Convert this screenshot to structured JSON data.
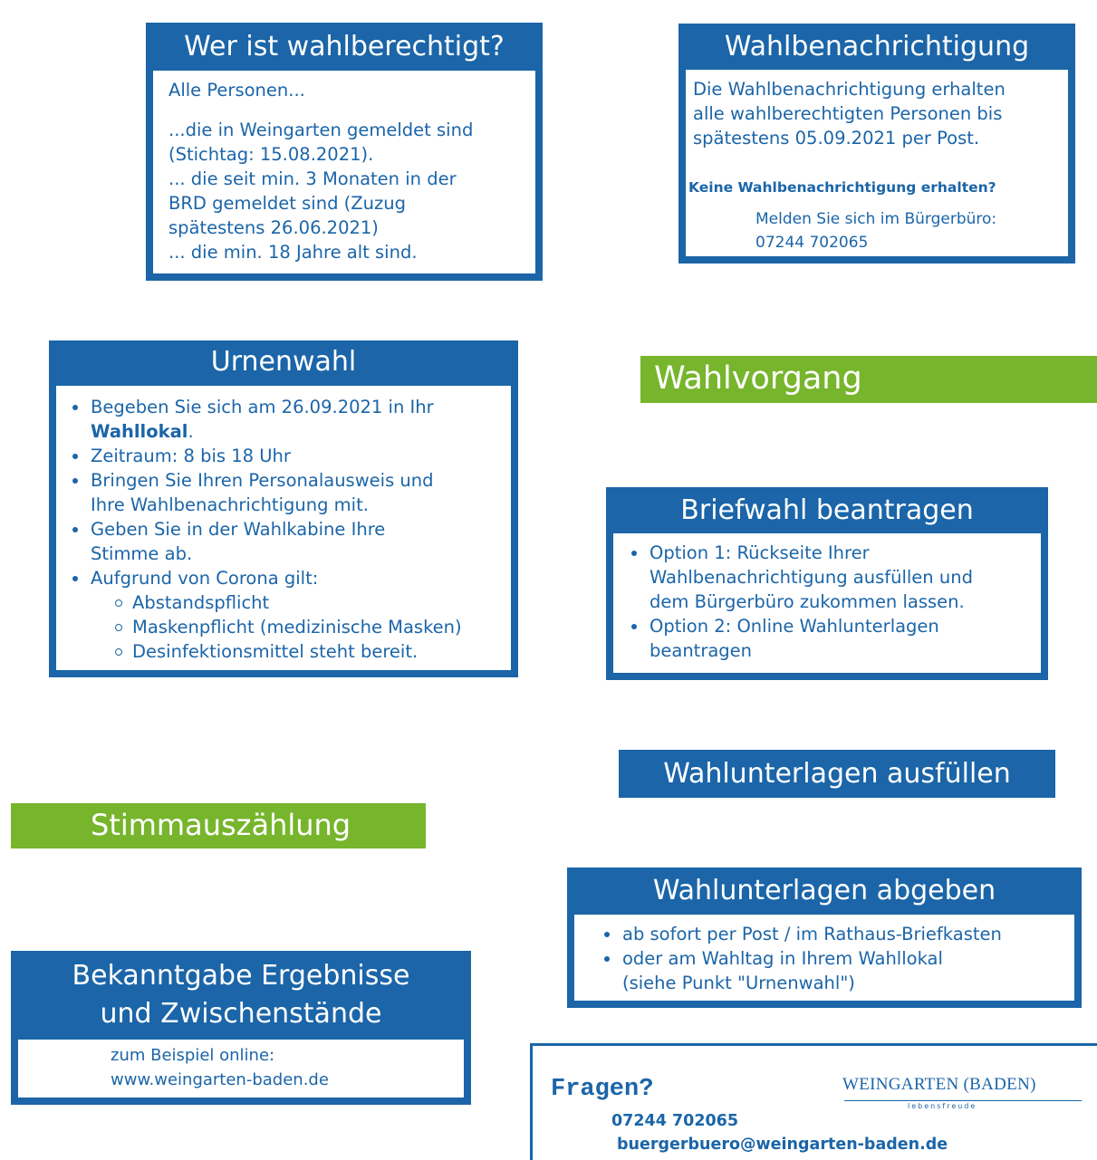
{
  "colors": {
    "blue": "#1b65a8",
    "green": "#77b52c",
    "arrow_blue": "#4e87c4"
  },
  "wahlberechtigt": {
    "title": "Wer ist wahlberechtigt?",
    "intro": "Alle Personen...",
    "lines": [
      "...die in Weingarten gemeldet sind",
      "(Stichtag: 15.08.2021).",
      "... die seit min. 3 Monaten in der",
      "BRD gemeldet sind (Zuzug",
      "spätestens 26.06.2021)",
      "... die min. 18 Jahre alt sind."
    ]
  },
  "wahlbenachrichtigung": {
    "title": "Wahlbenachrichtigung",
    "text_lines": [
      "Die Wahlbenachrichtigung erhalten",
      "alle wahlberechtigten Personen bis",
      "spätestens 05.09.2021 per Post."
    ],
    "question": "Keine Wahlbenachrichtigung erhalten?",
    "contact_lines": [
      "Melden Sie sich im Bürgerbüro:",
      "07244 702065"
    ]
  },
  "wahlvorgang": {
    "title": "Wahlvorgang"
  },
  "urnenwahl": {
    "title": "Urnenwahl",
    "item1_a": "Begeben Sie sich am 26.09.2021 in Ihr",
    "item1_bold": "Wahllokal",
    "item1_end": ".",
    "item2": "Zeitraum: 8 bis 18 Uhr",
    "item3_a": "Bringen Sie Ihren Personalausweis und",
    "item3_b": "Ihre Wahlbenachrichtigung mit.",
    "item4_a": "Geben Sie in der Wahlkabine Ihre",
    "item4_b": "Stimme ab.",
    "item5": "Aufgrund von Corona gilt:",
    "sub_items": [
      "Abstandspflicht",
      "Maskenpflicht (medizinische Masken)",
      "Desinfektionsmittel steht bereit."
    ]
  },
  "briefwahl": {
    "title": "Briefwahl beantragen",
    "opt1_lines": [
      "Option 1: Rückseite Ihrer",
      "Wahlbenachrichtigung ausfüllen und",
      "dem Bürgerbüro zukommen lassen."
    ],
    "opt2_lines": [
      "Option 2: Online Wahlunterlagen",
      "beantragen"
    ]
  },
  "ausfuellen": {
    "title": "Wahlunterlagen ausfüllen"
  },
  "stimmauszaehlung": {
    "title": "Stimmauszählung"
  },
  "abgeben": {
    "title": "Wahlunterlagen abgeben",
    "item1": "ab sofort per Post / im Rathaus-Briefkasten",
    "item2_a": "oder am Wahltag in Ihrem Wahllokal",
    "item2_b": "(siehe Punkt \"Urnenwahl\")"
  },
  "bekanntgabe": {
    "title_lines": [
      "Bekanntgabe Ergebnisse",
      "und Zwischenstände"
    ],
    "text_lines": [
      "zum Beispiel online:",
      "www.weingarten-baden.de"
    ]
  },
  "fragen": {
    "title": "Fragen?",
    "phone": "07244 702065",
    "email": "buergerbuero@weingarten-baden.de"
  },
  "logo": {
    "name": "WEINGARTEN (BADEN)",
    "tagline": "lebensfreude"
  }
}
